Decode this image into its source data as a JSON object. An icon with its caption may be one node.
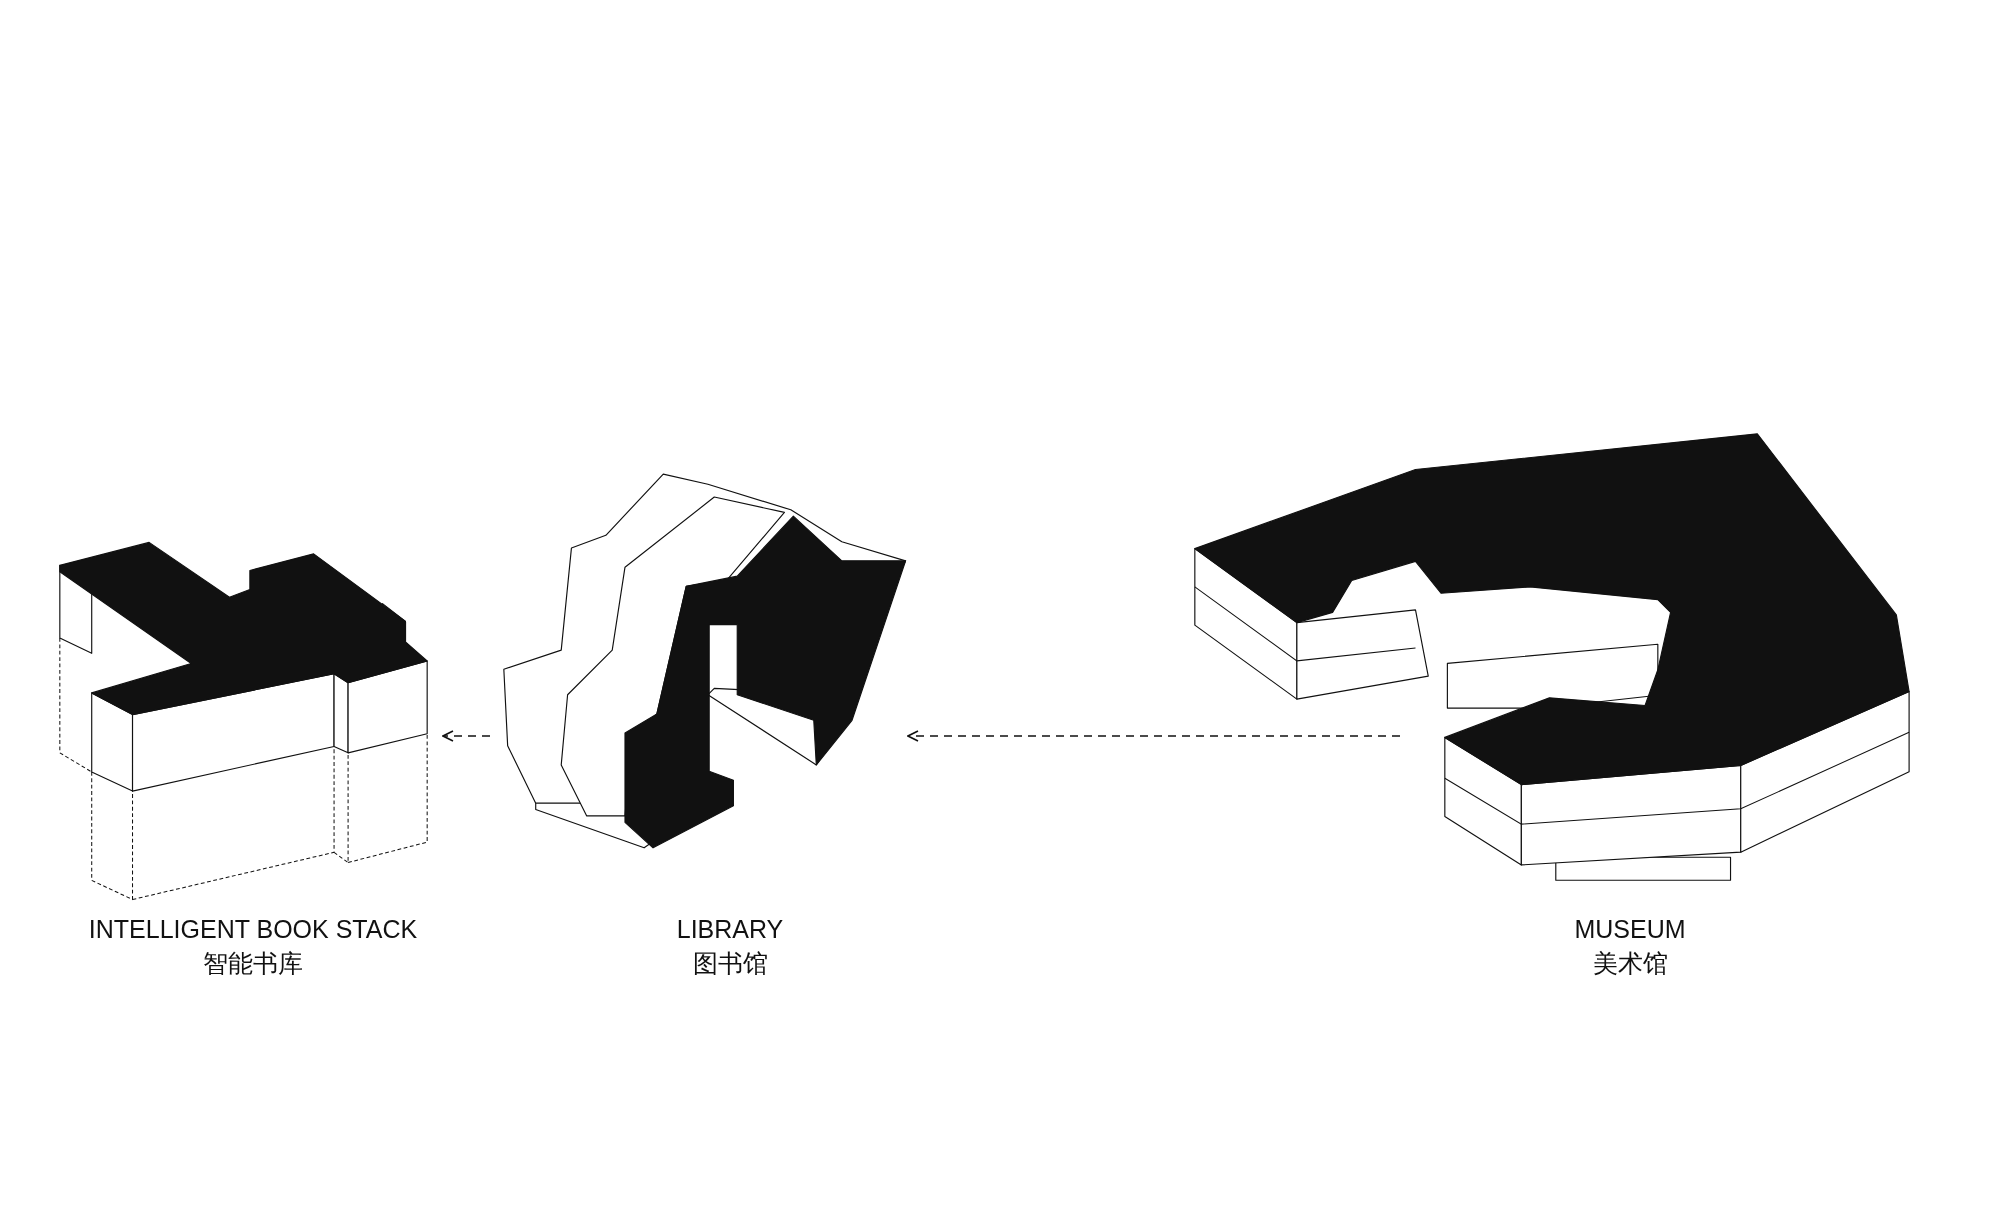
{
  "diagram": {
    "nodes": [
      {
        "text": [
          "INTELLIGENT BOOK STACK",
          "智能书库"
        ]
      },
      {
        "text": [
          "LIBRARY",
          "图书馆"
        ]
      },
      {
        "text": [
          "MUSEUM",
          "美术馆"
        ]
      }
    ],
    "edges": [
      {
        "from": 1,
        "to": 0,
        "arrow": "to",
        "style": "dashed"
      },
      {
        "from": 2,
        "to": 1,
        "arrow": "to",
        "style": "dashed"
      }
    ]
  }
}
